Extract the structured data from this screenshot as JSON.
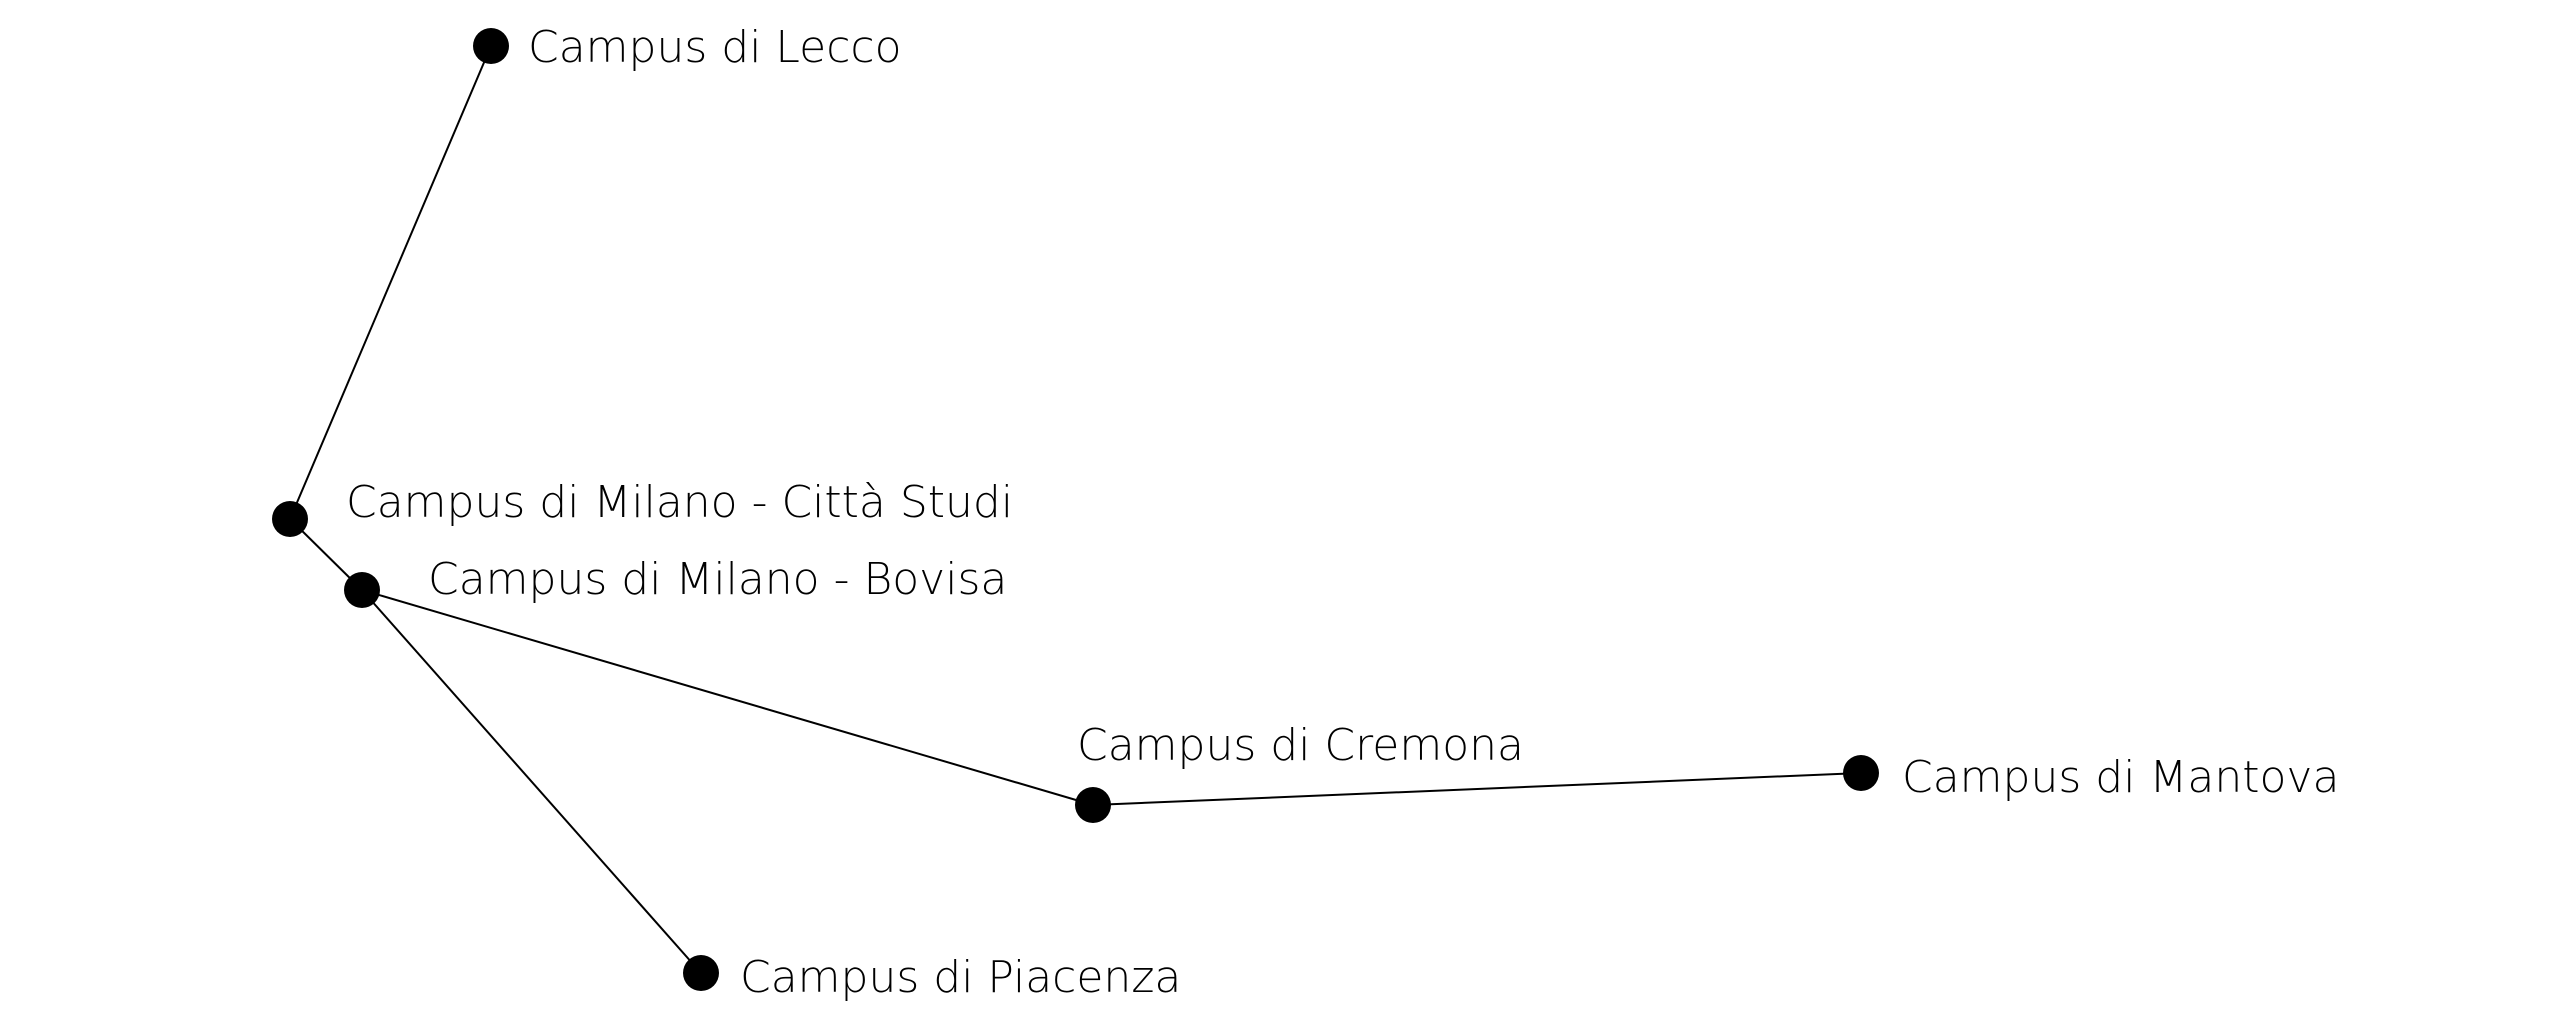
{
  "nodes": [
    {
      "id": "lecco",
      "label": "Campus di Lecco"
    },
    {
      "id": "citta-studi",
      "label": "Campus di Milano - Città Studi"
    },
    {
      "id": "bovisa",
      "label": "Campus di Milano - Bovisa"
    },
    {
      "id": "cremona",
      "label": "Campus di Cremona"
    },
    {
      "id": "mantova",
      "label": "Campus di Mantova"
    },
    {
      "id": "piacenza",
      "label": "Campus di Piacenza"
    }
  ],
  "edges": [
    {
      "from": "lecco",
      "to": "citta-studi"
    },
    {
      "from": "citta-studi",
      "to": "bovisa"
    },
    {
      "from": "bovisa",
      "to": "cremona"
    },
    {
      "from": "cremona",
      "to": "mantova"
    },
    {
      "from": "bovisa",
      "to": "piacenza"
    }
  ],
  "colors": {
    "line": "#000000",
    "node": "#000000",
    "background": "#ffffff"
  }
}
